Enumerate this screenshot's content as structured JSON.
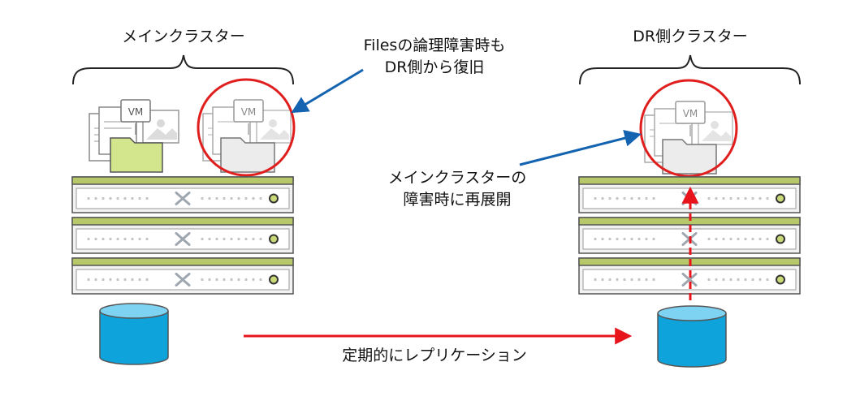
{
  "labels": {
    "main_cluster": "メインクラスター",
    "dr_cluster": "DR側クラスター",
    "callout_files_line1": "Filesの論理障害時も",
    "callout_files_line2": "DR側から復旧",
    "callout_main_line1": "メインクラスターの",
    "callout_main_line2": "障害時に再展開",
    "replication": "定期的にレプリケーション"
  },
  "vm_tag": "VM",
  "colors": {
    "server_body": "#f2f2f2",
    "server_outline": "#555555",
    "server_top_bar": "#b6c86a",
    "folder_green": "#d3e68d",
    "folder_gray": "#ececec",
    "database": "#0fa3dc",
    "highlight_circle": "#e01e1e",
    "blue_arrow": "#1363b0",
    "red_arrow": "#e8141b"
  }
}
